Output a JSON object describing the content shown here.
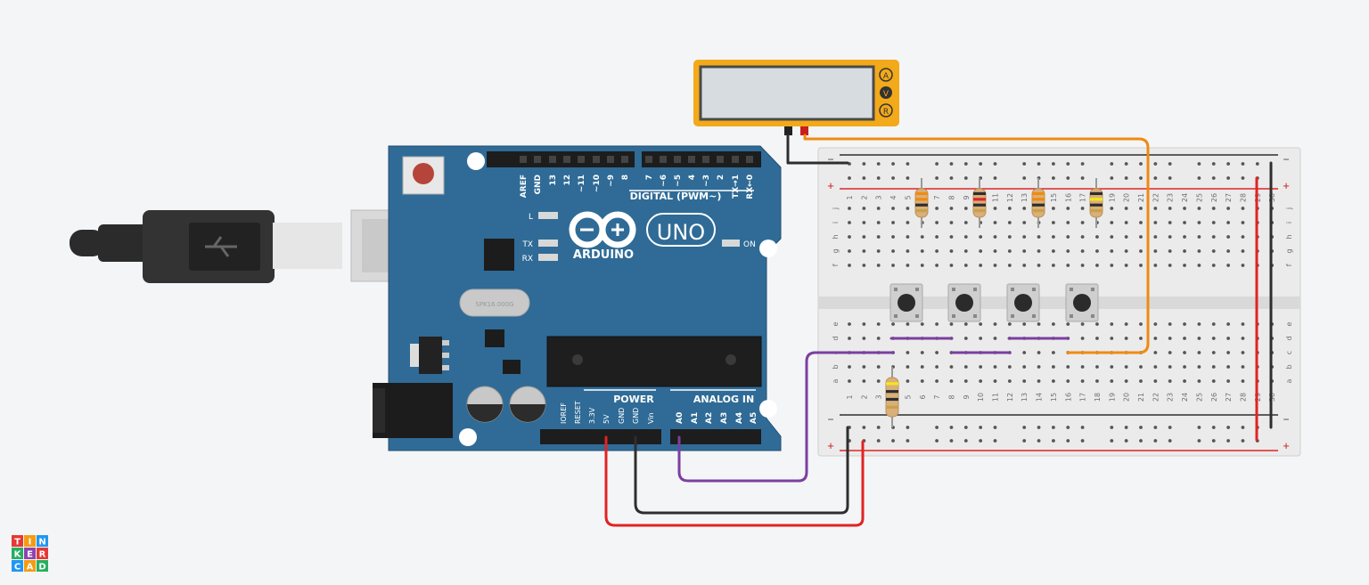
{
  "arduino": {
    "brand": "ARDUINO",
    "model": "UNO",
    "digital_header": "DIGITAL (PWM~)",
    "digital_pins": [
      "AREF",
      "GND",
      "13",
      "12",
      "~11",
      "~10",
      "~9",
      "8",
      "7",
      "~6",
      "~5",
      "4",
      "~3",
      "2",
      "TX→1",
      "RX←0"
    ],
    "power_header": "POWER",
    "power_pins": [
      "IOREF",
      "RESET",
      "3.3V",
      "5V",
      "GND",
      "GND",
      "Vin"
    ],
    "analog_header": "ANALOG IN",
    "analog_pins": [
      "A0",
      "A1",
      "A2",
      "A3",
      "A4",
      "A5"
    ],
    "leds": [
      "L",
      "TX",
      "RX"
    ],
    "on_label": "ON",
    "crystal_label": "SPK16.000G"
  },
  "multimeter": {
    "mode_buttons": [
      "A",
      "V",
      "R"
    ]
  },
  "breadboard": {
    "row_letters_top": [
      "j",
      "i",
      "h",
      "g",
      "f"
    ],
    "row_letters_bottom": [
      "e",
      "d",
      "c",
      "b",
      "a"
    ],
    "columns": [
      "1",
      "2",
      "3",
      "4",
      "5",
      "6",
      "7",
      "8",
      "9",
      "10",
      "11",
      "12",
      "13",
      "14",
      "15",
      "16",
      "17",
      "18",
      "19",
      "20",
      "21",
      "22",
      "23",
      "24",
      "25",
      "26",
      "27",
      "28",
      "29",
      "30"
    ],
    "rail_minus": "−",
    "rail_plus": "+"
  },
  "colors": {
    "arduino_board": "#2f6b96",
    "wire_red": "#e02424",
    "wire_black": "#2e2e2e",
    "wire_purple": "#7b3fa0",
    "wire_orange": "#f08a10",
    "multimeter_body": "#f2a91a"
  },
  "logo": {
    "letters": [
      "T",
      "I",
      "N",
      "K",
      "E",
      "R",
      "C",
      "A",
      "D"
    ]
  }
}
